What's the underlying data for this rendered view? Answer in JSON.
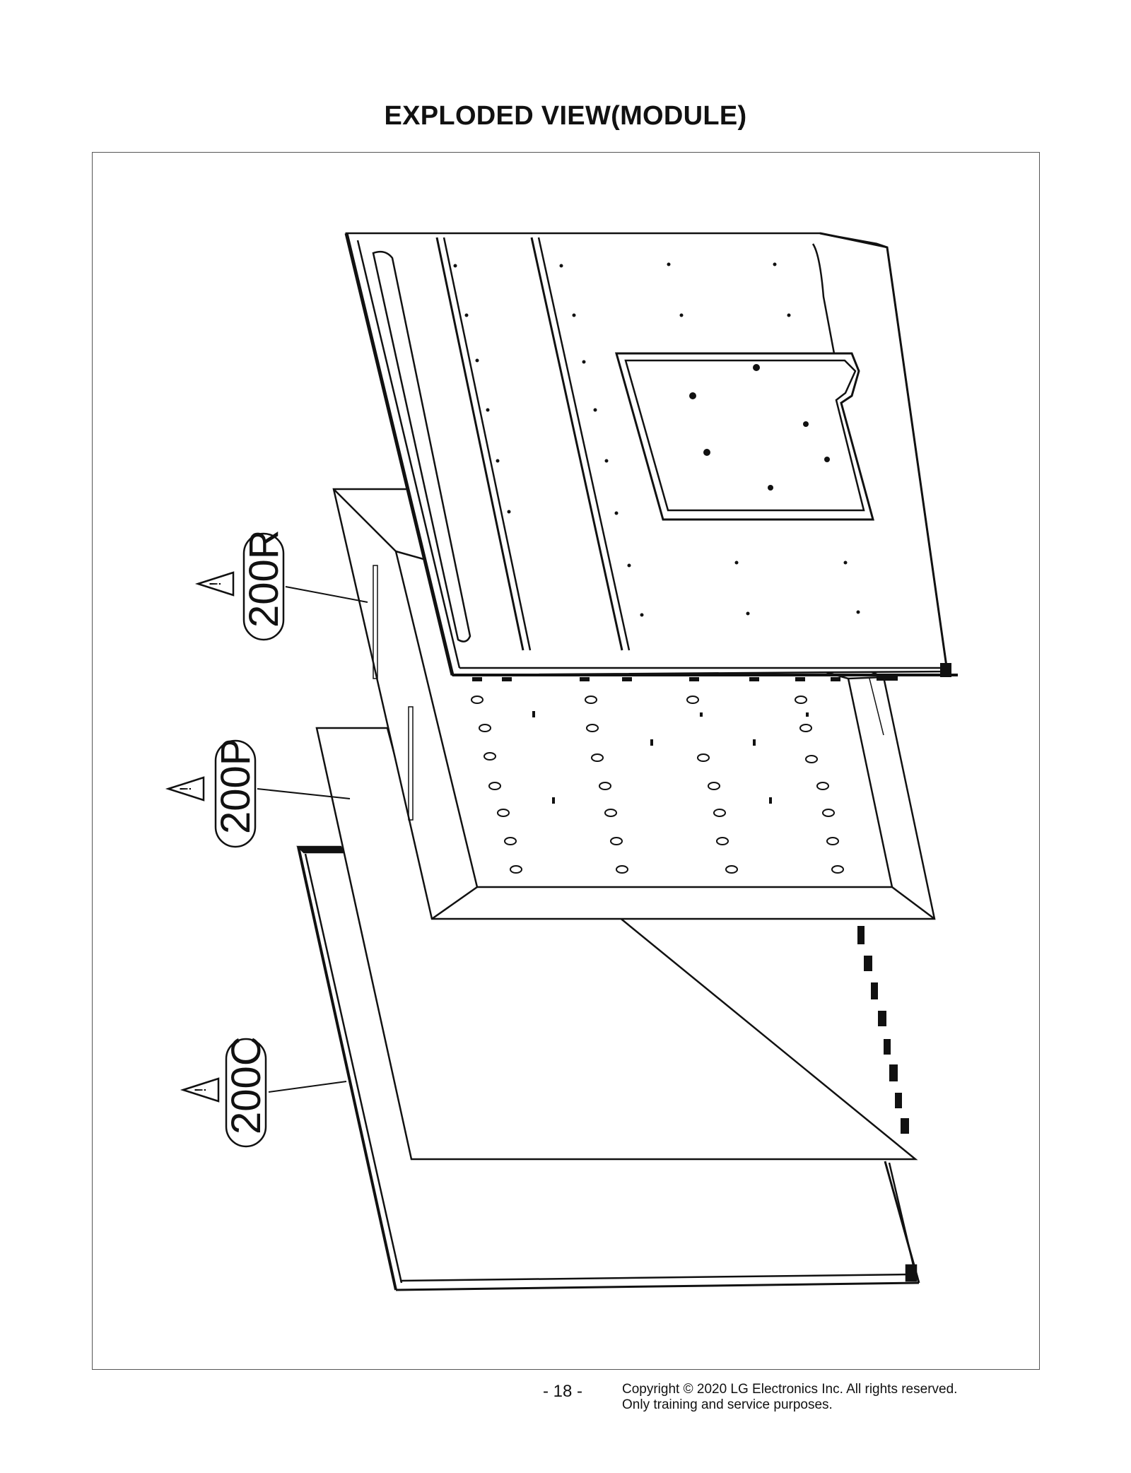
{
  "header": {
    "title": "EXPLODED VIEW(MODULE)"
  },
  "diagram": {
    "callouts": [
      {
        "id": "200R",
        "label": "200R",
        "warning_icon": "warning-triangle-icon"
      },
      {
        "id": "200P",
        "label": "200P",
        "warning_icon": "warning-triangle-icon"
      },
      {
        "id": "200C",
        "label": "200C",
        "warning_icon": "warning-triangle-icon"
      }
    ]
  },
  "footer": {
    "page_number": "- 18 -",
    "copyright_line1": "Copyright © 2020 LG Electronics Inc. All rights reserved.",
    "copyright_line2": "Only training and service purposes."
  }
}
